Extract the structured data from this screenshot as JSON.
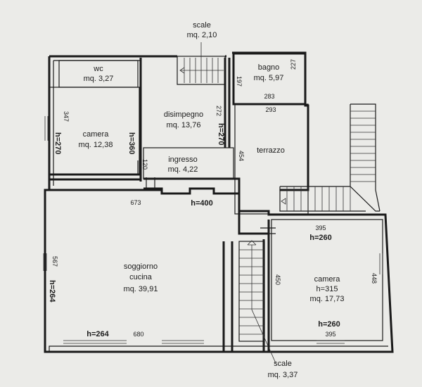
{
  "rooms": {
    "wc": {
      "name": "wc",
      "area": "mq. 3,27"
    },
    "bagno": {
      "name": "bagno",
      "area": "mq. 5,97"
    },
    "camera_1": {
      "name": "camera",
      "area": "mq. 12,38"
    },
    "disimpegno": {
      "name": "disimpegno",
      "area": "mq. 13,76"
    },
    "ingresso": {
      "name": "ingresso",
      "area": "mq. 4,22"
    },
    "terrazzo": {
      "name": "terrazzo"
    },
    "soggiorno": {
      "name": "soggiorno",
      "name2": "cucina",
      "area": "mq. 39,91"
    },
    "camera_2": {
      "name": "camera",
      "height": "h=315",
      "area": "mq. 17,73"
    },
    "scale_top": {
      "name": "scale",
      "area": "mq. 2,10"
    },
    "scale_bottom": {
      "name": "scale",
      "area": "mq. 3,37"
    }
  },
  "dimensions": {
    "d197": "197",
    "d227": "227",
    "d283": "283",
    "d293": "293",
    "d347": "347",
    "d272": "272",
    "d454": "454",
    "d120": "120",
    "d673": "673",
    "d395_top": "395",
    "d567": "567",
    "d450": "450",
    "d448": "448",
    "d680": "680",
    "d395_bottom": "395"
  },
  "heights": {
    "h270_left": "h=270",
    "h360": "h=360",
    "h270_mid": "h=270",
    "h400": "h=400",
    "h260_top": "h=260",
    "h264_left": "h=264",
    "h264_bottom": "h=264",
    "h260_bottom": "h=260"
  }
}
